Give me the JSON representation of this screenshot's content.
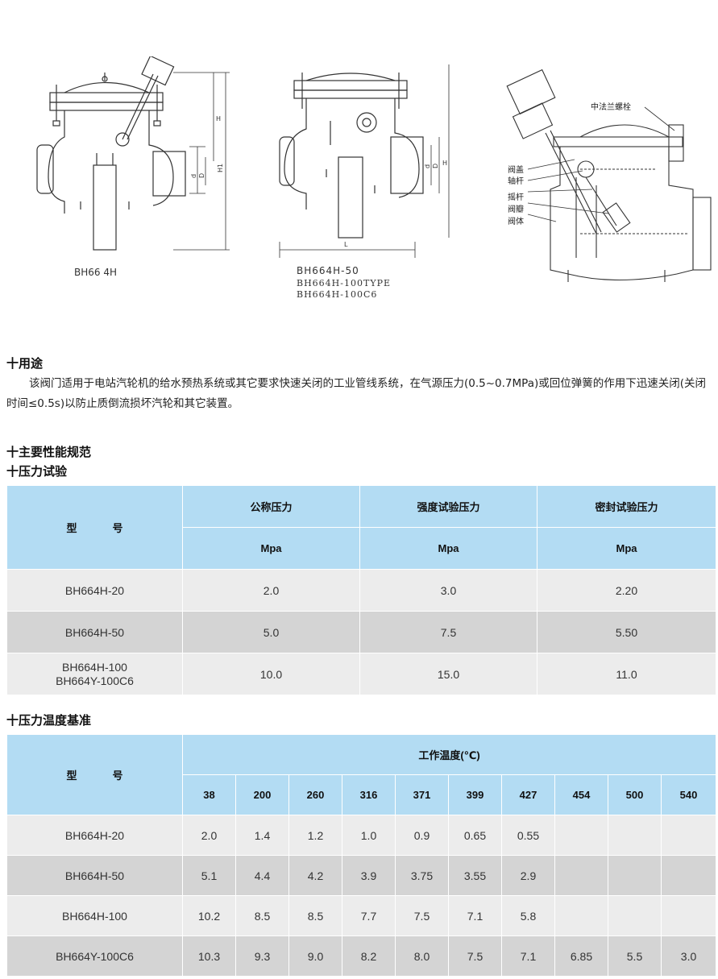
{
  "drawings": {
    "left_caption": "BH66 4H",
    "middle_captions": [
      "BH664H-50",
      "BH664H-100TYPE",
      "BH664H-100C6"
    ],
    "dim_labels_left": [
      "H",
      "H1",
      "d",
      "D"
    ],
    "dim_labels_middle": [
      "H",
      "d",
      "D",
      "L"
    ],
    "callouts": [
      "中法兰螺栓",
      "阀盖",
      "轴杆",
      "摇杆",
      "阀瓣",
      "阀体"
    ]
  },
  "sections": {
    "usage_title": "十用途",
    "usage_text": "该阀门适用于电站汽轮机的给水预热系统或其它要求快速关闭的工业管线系统，在气源压力(0.5~0.7MPa)或回位弹簧的作用下迅速关闭(关闭时间≤0.5s)以防止质倒流损坏汽轮和其它装置。",
    "spec_title": "十主要性能规范",
    "pressure_title": "十压力试验",
    "temp_title": "十压力温度基准"
  },
  "pressure_table": {
    "model_header": "型号",
    "headers": [
      "公称压力",
      "强度试验压力",
      "密封试验压力"
    ],
    "units": [
      "Mpa",
      "Mpa",
      "Mpa"
    ],
    "rows": [
      {
        "model": [
          "BH664H-20"
        ],
        "values": [
          "2.0",
          "3.0",
          "2.20"
        ]
      },
      {
        "model": [
          "BH664H-50"
        ],
        "values": [
          "5.0",
          "7.5",
          "5.50"
        ]
      },
      {
        "model": [
          "BH664H-100",
          "BH664Y-100C6"
        ],
        "values": [
          "10.0",
          "15.0",
          "11.0"
        ]
      }
    ]
  },
  "temp_table": {
    "model_header": "型号",
    "group_header": "工作温度(℃)",
    "temps": [
      "38",
      "200",
      "260",
      "316",
      "371",
      "399",
      "427",
      "454",
      "500",
      "540"
    ],
    "rows": [
      {
        "model": "BH664H-20",
        "values": [
          "2.0",
          "1.4",
          "1.2",
          "1.0",
          "0.9",
          "0.65",
          "0.55",
          "",
          "",
          ""
        ]
      },
      {
        "model": "BH664H-50",
        "values": [
          "5.1",
          "4.4",
          "4.2",
          "3.9",
          "3.75",
          "3.55",
          "2.9",
          "",
          "",
          ""
        ]
      },
      {
        "model": "BH664H-100",
        "values": [
          "10.2",
          "8.5",
          "8.5",
          "7.7",
          "7.5",
          "7.1",
          "5.8",
          "",
          "",
          ""
        ]
      },
      {
        "model": "BH664Y-100C6",
        "values": [
          "10.3",
          "9.3",
          "9.0",
          "8.2",
          "8.0",
          "7.5",
          "7.1",
          "6.85",
          "5.5",
          "3.0"
        ]
      }
    ]
  }
}
